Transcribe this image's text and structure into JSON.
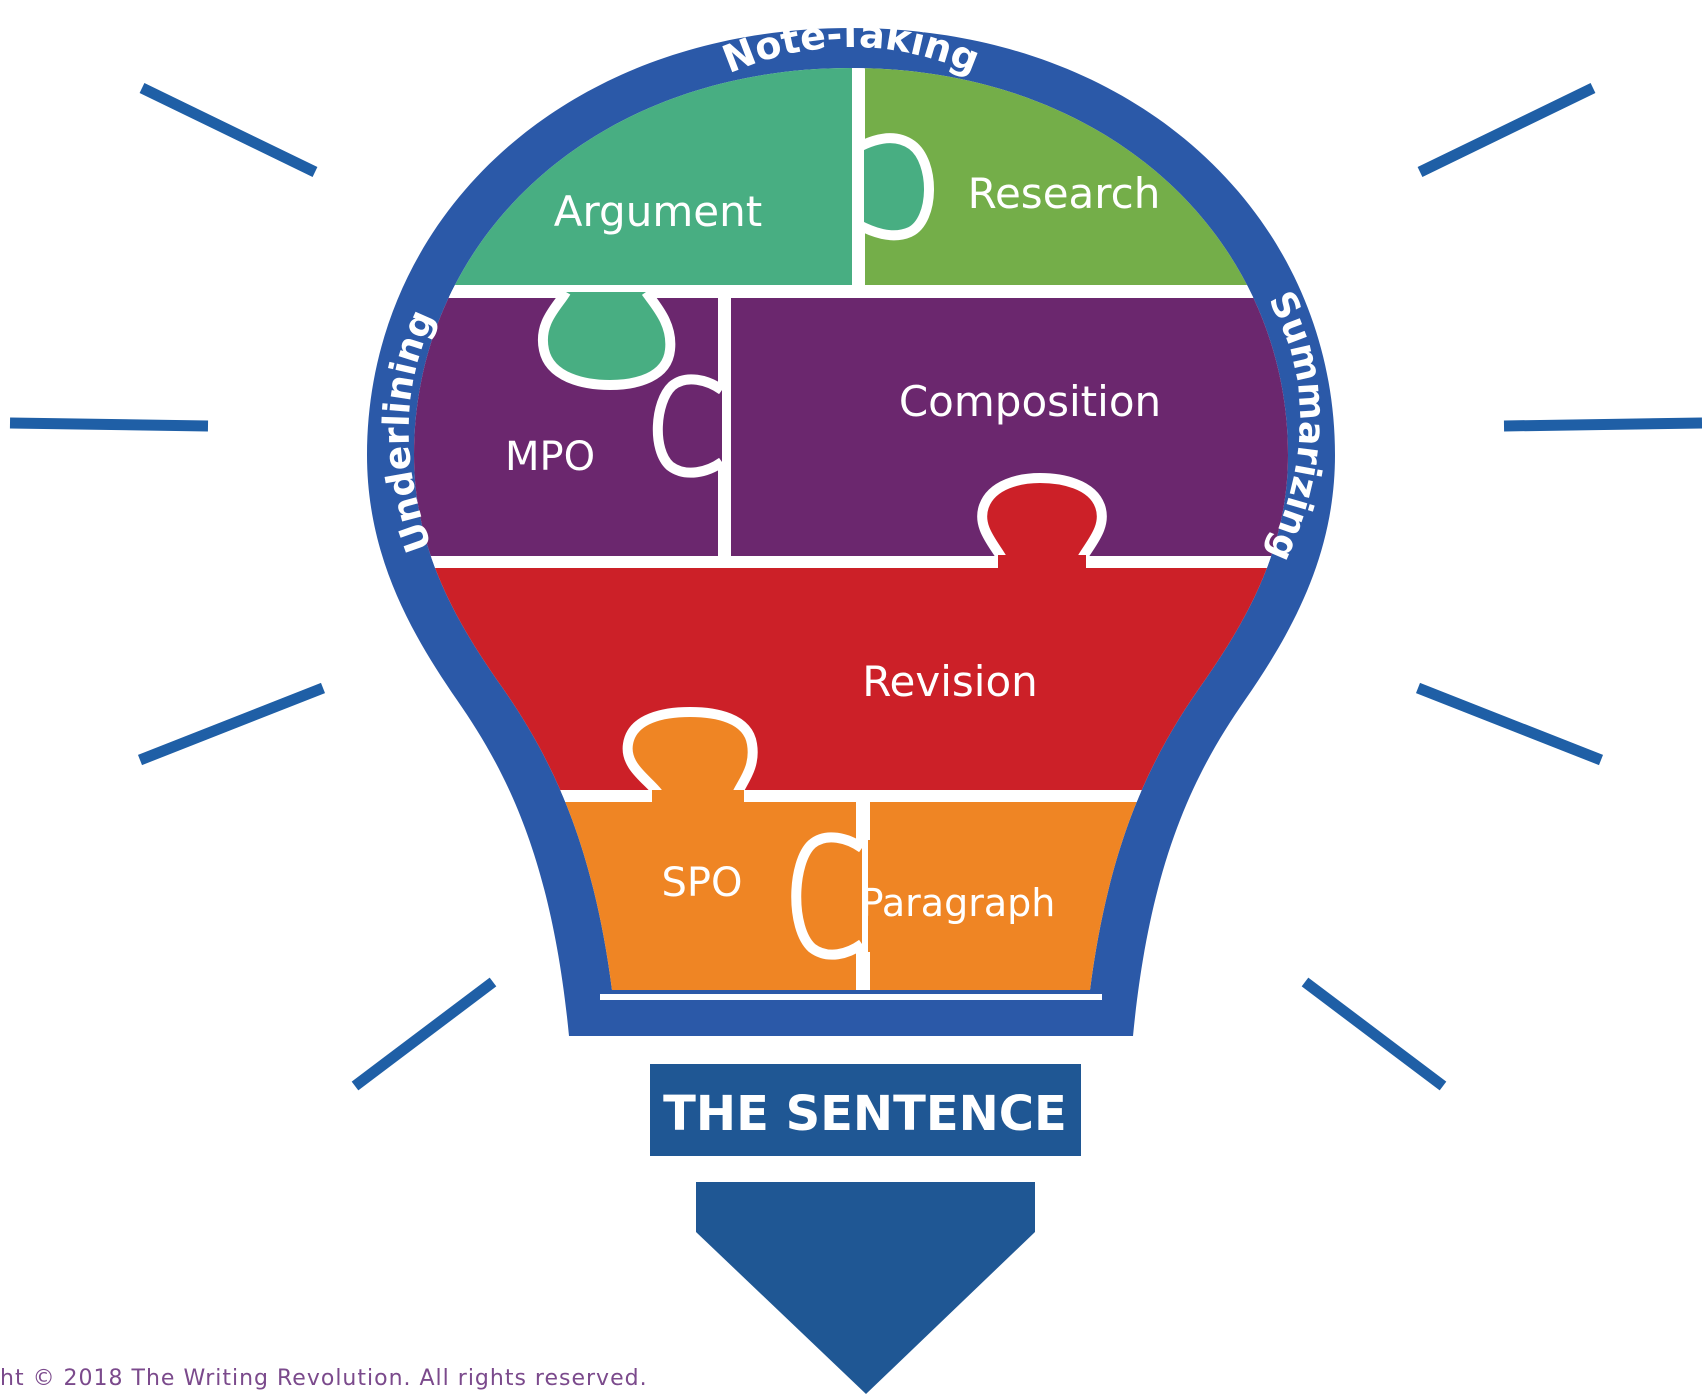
{
  "rim": {
    "top_label": "Note-Taking",
    "left_label": "Underlining",
    "right_label": "Summarizing"
  },
  "pieces": {
    "argument": "Argument",
    "research": "Research",
    "mpo": "MPO",
    "composition": "Composition",
    "revision": "Revision",
    "spo": "SPO",
    "paragraph": "Paragraph"
  },
  "base": {
    "label": "THE SENTENCE"
  },
  "footer": {
    "copyright": "ht © 2018 The Writing Revolution. All rights reserved."
  },
  "colors": {
    "rim": "#2b59a8",
    "rays": "#1f5fa6",
    "argument": "#48ae82",
    "research": "#74ae49",
    "purple": "#6b276e",
    "revision": "#cc2028",
    "orange": "#ef8524",
    "base": "#1f5794"
  },
  "icons": {
    "arrow": "down-arrow-icon",
    "rays": "light-ray-icon"
  }
}
